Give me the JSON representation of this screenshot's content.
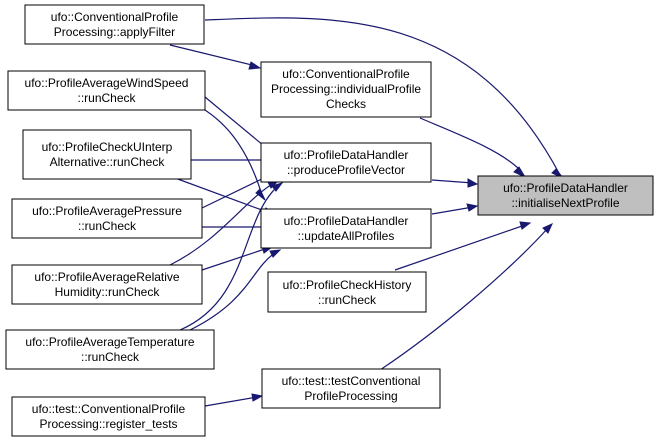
{
  "nodes": {
    "initialiseNextProfile": [
      "ufo::ProfileDataHandler",
      "::initialiseNextProfile"
    ],
    "applyFilter": [
      "ufo::ConventionalProfile",
      "Processing::applyFilter"
    ],
    "individualProfileChecks": [
      "ufo::ConventionalProfile",
      "Processing::individualProfile",
      "Checks"
    ],
    "windSpeed": [
      "ufo::ProfileAverageWindSpeed",
      "::runCheck"
    ],
    "uInterp": [
      "ufo::ProfileCheckUInterp",
      "Alternative::runCheck"
    ],
    "pressure": [
      "ufo::ProfileAveragePressure",
      "::runCheck"
    ],
    "relHumidity": [
      "ufo::ProfileAverageRelative",
      "Humidity::runCheck"
    ],
    "temperature": [
      "ufo::ProfileAverageTemperature",
      "::runCheck"
    ],
    "produceProfileVector": [
      "ufo::ProfileDataHandler",
      "::produceProfileVector"
    ],
    "updateAllProfiles": [
      "ufo::ProfileDataHandler",
      "::updateAllProfiles"
    ],
    "checkHistory": [
      "ufo::ProfileCheckHistory",
      "::runCheck"
    ],
    "testConventional": [
      "ufo::test::testConventional",
      "ProfileProcessing"
    ],
    "registerTests": [
      "ufo::test::ConventionalProfile",
      "Processing::register_tests"
    ]
  },
  "edge_color": "#191970",
  "target_fill": "#bfbfbf"
}
